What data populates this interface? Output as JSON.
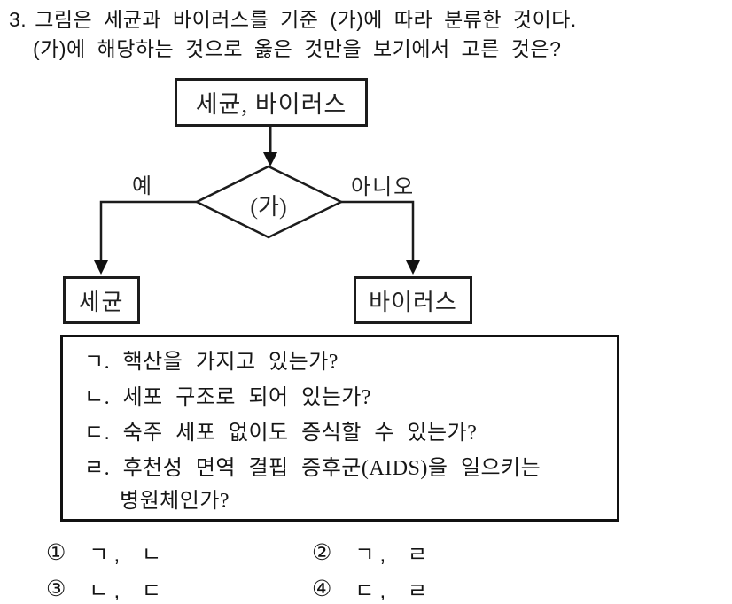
{
  "page": {
    "background": "#ffffff",
    "text_color": "#151515",
    "line_color": "#1c1c1c"
  },
  "question": {
    "number": "3.",
    "line1": "그림은 세균과 바이러스를 기준 (가)에 따라 분류한 것이다.",
    "line2": "(가)에 해당하는 것으로 옳은 것만을 보기에서 고른 것은?"
  },
  "flowchart": {
    "root_box": "세균, 바이러스",
    "decision": "(가)",
    "yes_label": "예",
    "no_label": "아니오",
    "left_result": "세균",
    "right_result": "바이러스"
  },
  "choices_box": {
    "items": [
      "ㄱ. 핵산을 가지고 있는가?",
      "ㄴ. 세포 구조로 되어 있는가?",
      "ㄷ. 숙주 세포 없이도 증식할 수 있는가?",
      "ㄹ. 후천성 면역 결핍 증후군(AIDS)을 일으키는",
      "병원체인가?"
    ]
  },
  "answers": [
    {
      "num": "①",
      "text": "ㄱ, ㄴ"
    },
    {
      "num": "②",
      "text": "ㄱ, ㄹ"
    },
    {
      "num": "③",
      "text": "ㄴ, ㄷ"
    },
    {
      "num": "④",
      "text": "ㄷ, ㄹ"
    }
  ]
}
